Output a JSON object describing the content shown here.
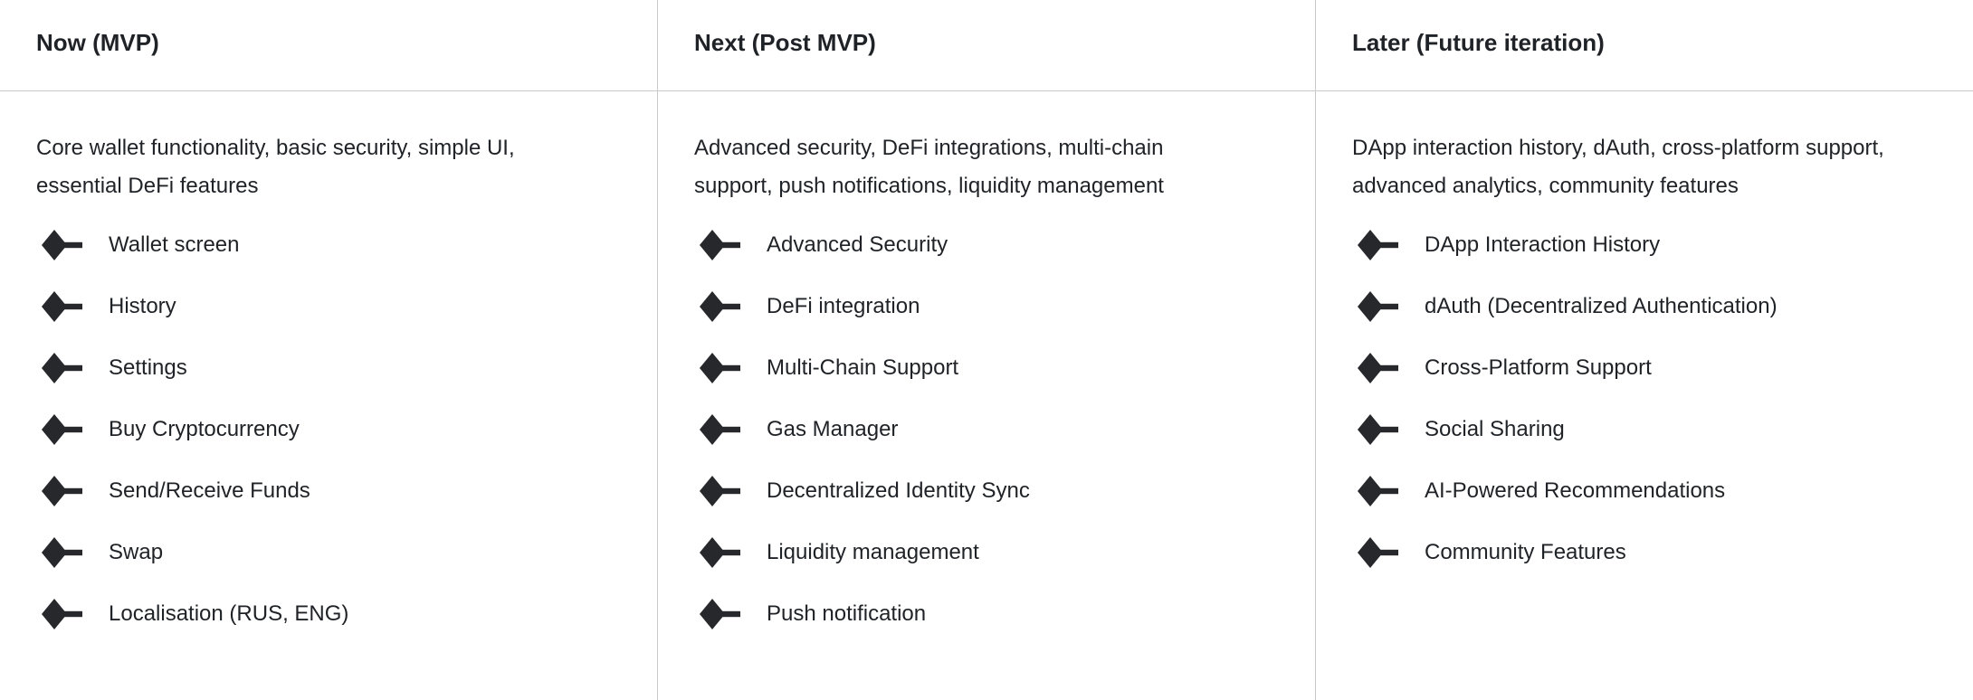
{
  "page": {
    "background": "#ffffff",
    "text_color": "#1f2226",
    "divider_color": "#c9c9c7",
    "icon_color": "#26282b",
    "icon_name": "milestone-diamond-icon"
  },
  "columns": [
    {
      "id": "now",
      "header": "Now (MVP)",
      "description": "Core wallet functionality, basic security, simple UI, essential DeFi features",
      "items": [
        "Wallet screen",
        "History",
        "Settings",
        "Buy Cryptocurrency",
        "Send/Receive Funds",
        "Swap",
        "Localisation (RUS, ENG)"
      ]
    },
    {
      "id": "next",
      "header": "Next (Post MVP)",
      "description": "Advanced security, DeFi integrations, multi-chain support, push notifications, liquidity management",
      "items": [
        "Advanced Security",
        "DeFi integration",
        "Multi-Chain Support",
        "Gas Manager",
        "Decentralized Identity Sync",
        "Liquidity management",
        "Push notification"
      ]
    },
    {
      "id": "later",
      "header": "Later (Future iteration)",
      "description": "DApp interaction history, dAuth, cross-platform support, advanced analytics, community features",
      "items": [
        "DApp Interaction History",
        "dAuth (Decentralized Authentication)",
        "Cross-Platform Support",
        "Social Sharing",
        "AI-Powered Recommendations",
        "Community Features"
      ]
    }
  ]
}
